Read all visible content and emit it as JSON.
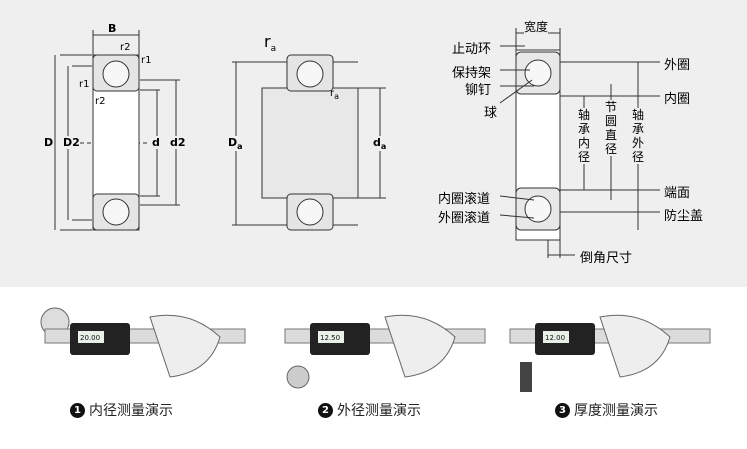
{
  "diagram1": {
    "labels": {
      "B": "B",
      "r2_top": "r2",
      "r1_top": "r1",
      "r1_left": "r1",
      "r2_left": "r2",
      "D": "D",
      "D2": "D2",
      "d": "d",
      "d2": "d2"
    }
  },
  "diagram2": {
    "labels": {
      "ra_top": "r",
      "ra_top_sub": "a",
      "ra_inner": "r",
      "ra_inner_sub": "a",
      "Da": "D",
      "Da_sub": "a",
      "da": "d",
      "da_sub": "a"
    }
  },
  "diagram3": {
    "labels": {
      "width": "宽度",
      "snap_ring": "止动环",
      "cage": "保持架",
      "rivet": "铆钉",
      "ball": "球",
      "outer_ring": "外圈",
      "inner_ring": "内圈",
      "bore": "轴承内径",
      "pitch": "节圆直径",
      "outer_dia": "轴承外径",
      "end_face": "端面",
      "shield": "防尘盖",
      "inner_race": "内圈滚道",
      "outer_race": "外圈滚道",
      "chamfer": "倒角尺寸"
    }
  },
  "demos": [
    {
      "number": "1",
      "label": "内径测量演示",
      "reading": "20.00"
    },
    {
      "number": "2",
      "label": "外径测量演示",
      "reading": "12.50"
    },
    {
      "number": "3",
      "label": "厚度测量演示",
      "reading": "12.00"
    }
  ],
  "colors": {
    "panel": "#efefef",
    "line": "#333333",
    "ring": "#d9d9d9"
  }
}
